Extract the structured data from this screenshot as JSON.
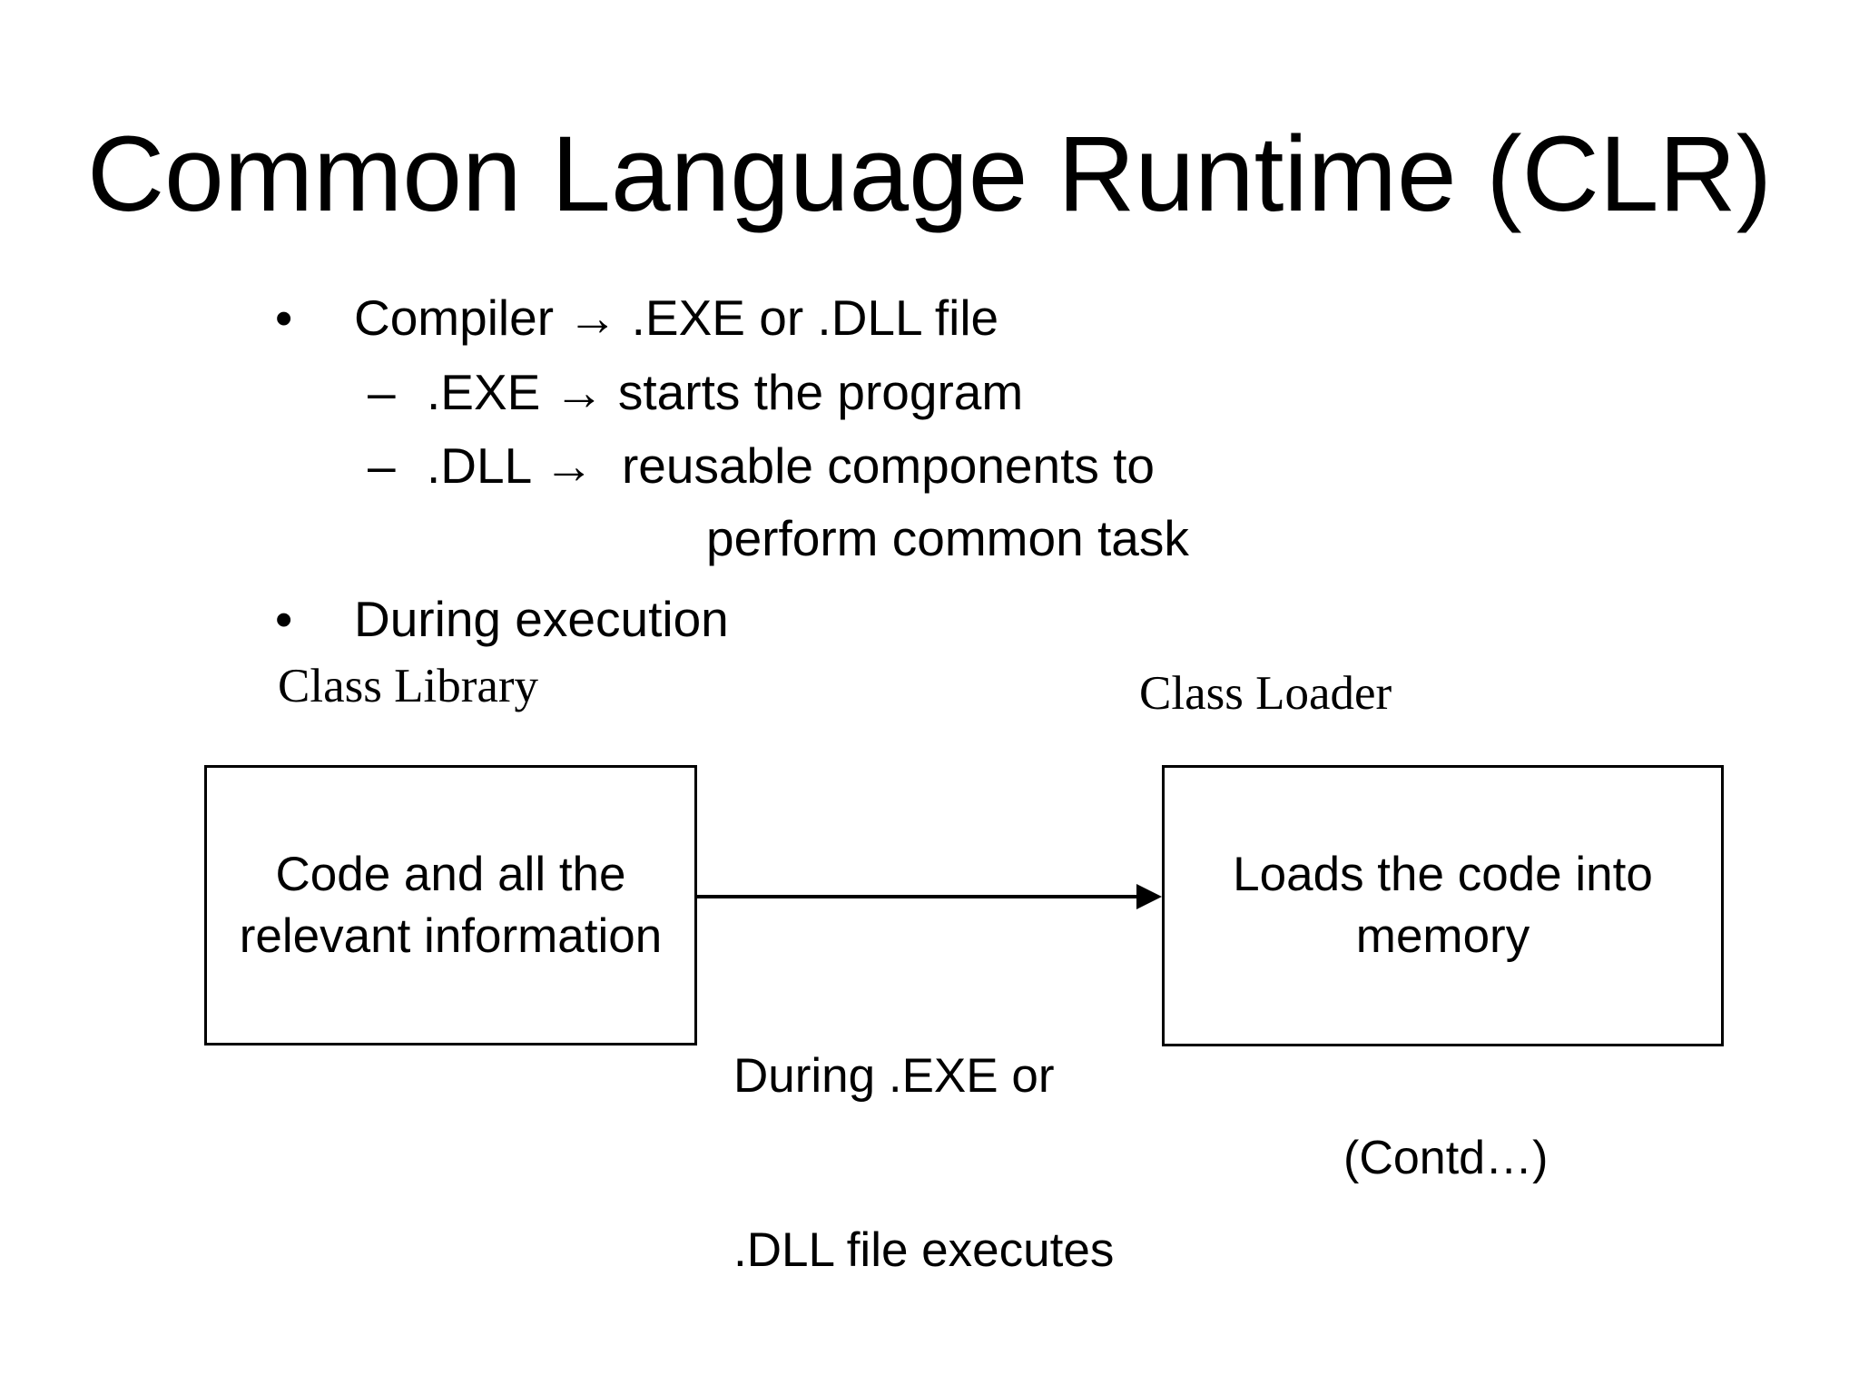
{
  "slide": {
    "title": "Common Language Runtime (CLR)",
    "bullets": [
      {
        "marker": "•",
        "text": "Compiler → .EXE or .DLL file"
      },
      {
        "marker": "–",
        "text": ".EXE → starts the program"
      },
      {
        "marker": "–",
        "text": ".DLL →  reusable components to"
      },
      {
        "marker": "",
        "text": "perform common task"
      },
      {
        "marker": "•",
        "text": "During execution"
      }
    ],
    "diagram": {
      "class_library_label": "Class Library",
      "class_loader_label": "Class Loader",
      "left_box_lines": [
        "Code and all the",
        "relevant information"
      ],
      "right_box_lines": [
        "Loads the code into",
        "memory"
      ],
      "arrow_label_lines": [
        "During .EXE or",
        ".DLL file executes"
      ]
    },
    "footer": "(Contd…)"
  }
}
